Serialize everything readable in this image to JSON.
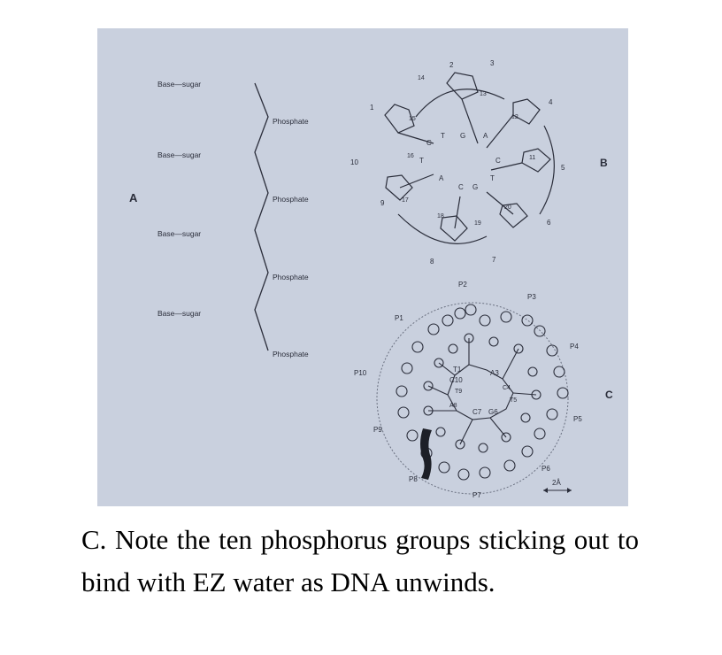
{
  "figure": {
    "panel_a": {
      "label": "A",
      "base_sugar": [
        "Base—sugar",
        "Base—sugar",
        "Base—sugar",
        "Base—sugar"
      ],
      "phosphate": [
        "Phosphate",
        "Phosphate",
        "Phosphate",
        "Phosphate"
      ]
    },
    "panel_b": {
      "label": "B",
      "numbers": [
        "1",
        "2",
        "3",
        "4",
        "5",
        "6",
        "7",
        "8",
        "9",
        "10",
        "11",
        "12",
        "13",
        "14",
        "15",
        "16",
        "17",
        "18",
        "19",
        "20"
      ],
      "bases": [
        "T",
        "G",
        "A",
        "C",
        "C",
        "T",
        "A",
        "C",
        "G",
        "T"
      ]
    },
    "panel_c": {
      "label": "C",
      "phosphates": [
        "P1",
        "P2",
        "P3",
        "P4",
        "P5",
        "P6",
        "P7",
        "P8",
        "P9",
        "P10"
      ],
      "inner_labels": [
        "T1",
        "A3",
        "C10",
        "T9",
        "C4",
        "T5",
        "A8",
        "C7",
        "G6"
      ],
      "scale": "2Å"
    }
  },
  "caption": "C. Note the ten phosphorus groups sticking out to bind with EZ water as DNA unwinds."
}
